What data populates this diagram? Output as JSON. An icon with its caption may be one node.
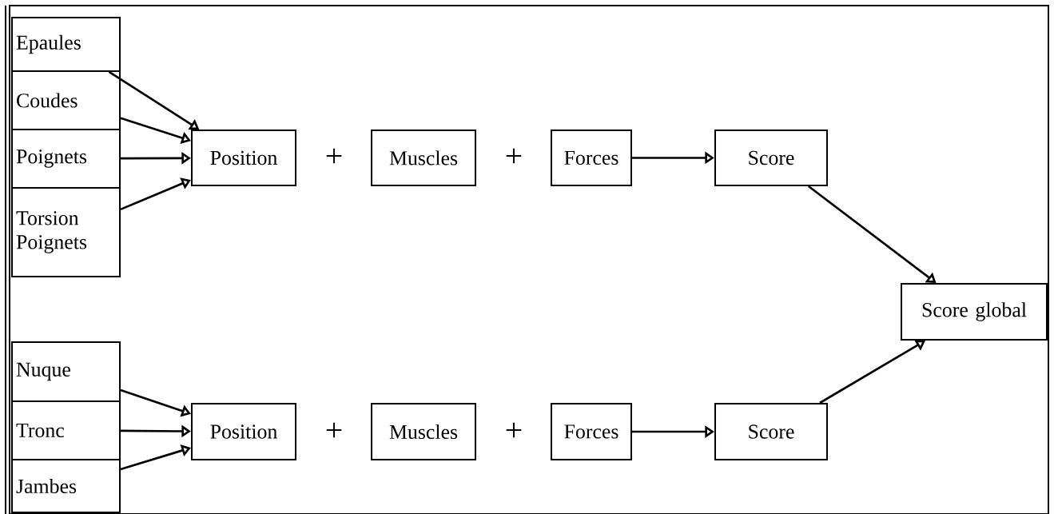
{
  "diagram": {
    "nodes": [
      {
        "text": [
          "Epaules"
        ]
      },
      {
        "text": [
          "Coudes"
        ]
      },
      {
        "text": [
          "Poignets"
        ]
      },
      {
        "text": [
          "Torsion Poignets"
        ]
      },
      {
        "text": [
          "Position"
        ]
      },
      {
        "text": [
          "Muscles"
        ]
      },
      {
        "text": [
          "Forces"
        ]
      },
      {
        "text": [
          "Score"
        ]
      },
      {
        "text": [
          "Score global"
        ]
      },
      {
        "text": [
          "Nuque"
        ]
      },
      {
        "text": [
          "Tronc"
        ]
      },
      {
        "text": [
          "Jambes"
        ]
      },
      {
        "text": [
          "Position"
        ]
      },
      {
        "text": [
          "Muscles"
        ]
      },
      {
        "text": [
          "Forces"
        ]
      },
      {
        "text": [
          "Score"
        ]
      }
    ],
    "edges": [
      {
        "from": 0,
        "to": 4,
        "arrow": "to"
      },
      {
        "from": 1,
        "to": 4,
        "arrow": "to"
      },
      {
        "from": 2,
        "to": 4,
        "arrow": "to"
      },
      {
        "from": 3,
        "to": 4,
        "arrow": "to"
      },
      {
        "from": 6,
        "to": 7,
        "arrow": "to"
      },
      {
        "from": 7,
        "to": 8,
        "arrow": "to"
      },
      {
        "from": 9,
        "to": 12,
        "arrow": "to"
      },
      {
        "from": 10,
        "to": 12,
        "arrow": "to"
      },
      {
        "from": 11,
        "to": 12,
        "arrow": "to"
      },
      {
        "from": 14,
        "to": 15,
        "arrow": "to"
      },
      {
        "from": 15,
        "to": 8,
        "arrow": "to"
      }
    ],
    "labels": [
      "+",
      "+",
      "+",
      "+"
    ]
  }
}
